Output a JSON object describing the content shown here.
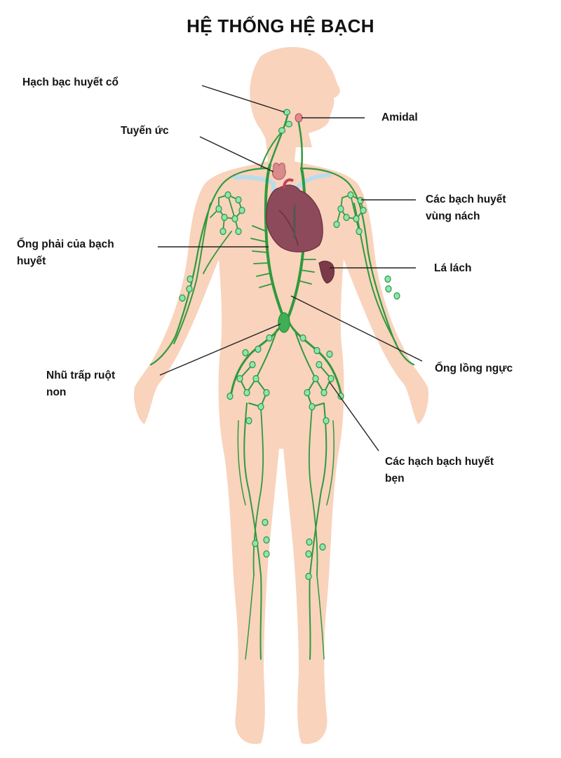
{
  "title": "HỆ THỐNG HỆ BẠCH",
  "colors": {
    "background": "#ffffff",
    "skin": "#f9d3bc",
    "lymph_vessel": "#2e9a3e",
    "lymph_node": "#8fe3b5",
    "organ": "#8c4a5a",
    "vein": "#b9dcec",
    "leader_line": "#222222",
    "text": "#141414"
  },
  "labels": [
    {
      "id": "cervical-nodes",
      "lines": [
        "Hạch bạc huyết cổ"
      ],
      "side": "left"
    },
    {
      "id": "tonsil",
      "lines": [
        "Amidal"
      ],
      "side": "right"
    },
    {
      "id": "thymus",
      "lines": [
        "Tuyến ức"
      ],
      "side": "left"
    },
    {
      "id": "axillary-nodes",
      "lines": [
        "Các bạch huyết",
        "vùng nách"
      ],
      "side": "right"
    },
    {
      "id": "right-lymphatic-duct",
      "lines": [
        "Ống phải của bạch",
        "huyết"
      ],
      "side": "left"
    },
    {
      "id": "spleen",
      "lines": [
        "Lá lách"
      ],
      "side": "right"
    },
    {
      "id": "thoracic-duct",
      "lines": [
        "Ống lồng ngực"
      ],
      "side": "right"
    },
    {
      "id": "cisterna-chyli",
      "lines": [
        "Nhũ trấp ruột",
        "non"
      ],
      "side": "left"
    },
    {
      "id": "inguinal-nodes",
      "lines": [
        "Các hạch bạch huyết",
        "bẹn"
      ],
      "side": "right"
    }
  ]
}
